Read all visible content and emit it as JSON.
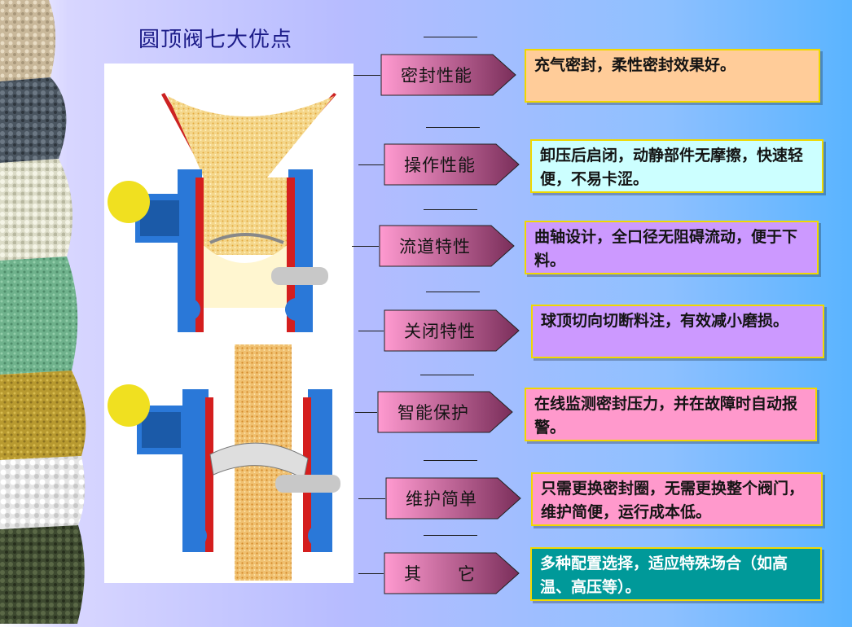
{
  "title": "圆顶阀七大优点",
  "features": [
    {
      "label": "密封性能",
      "desc": "充气密封，柔性密封效果好。",
      "bg": "#ffcc99",
      "fg": "#141414"
    },
    {
      "label": "操作性能",
      "desc": "卸压后启闭，动静部件无摩擦，快速轻便，不易卡涩。",
      "bg": "#ccffff",
      "fg": "#141414"
    },
    {
      "label": "流道特性",
      "desc": "曲轴设计，全口径无阻碍流动，便于下料。",
      "bg": "#cc99ff",
      "fg": "#141414"
    },
    {
      "label": "关闭特性",
      "desc": "球顶切向切断料注，有效减小磨损。",
      "bg": "#cc99ff",
      "fg": "#141414"
    },
    {
      "label": "智能保护",
      "desc": "在线监测密封压力，并在故障时自动报警。",
      "bg": "#ff99cc",
      "fg": "#141414"
    },
    {
      "label": "维护简单",
      "desc": "只需更换密封圈，无需更换整个阀门，维护简便，运行成本低。",
      "bg": "#ff99cc",
      "fg": "#141414"
    },
    {
      "label": "其　　它",
      "desc": "多种配置选择，适应特殊场合（如高温、高压等）。",
      "bg": "#009999",
      "fg": "#ffffff"
    }
  ]
}
